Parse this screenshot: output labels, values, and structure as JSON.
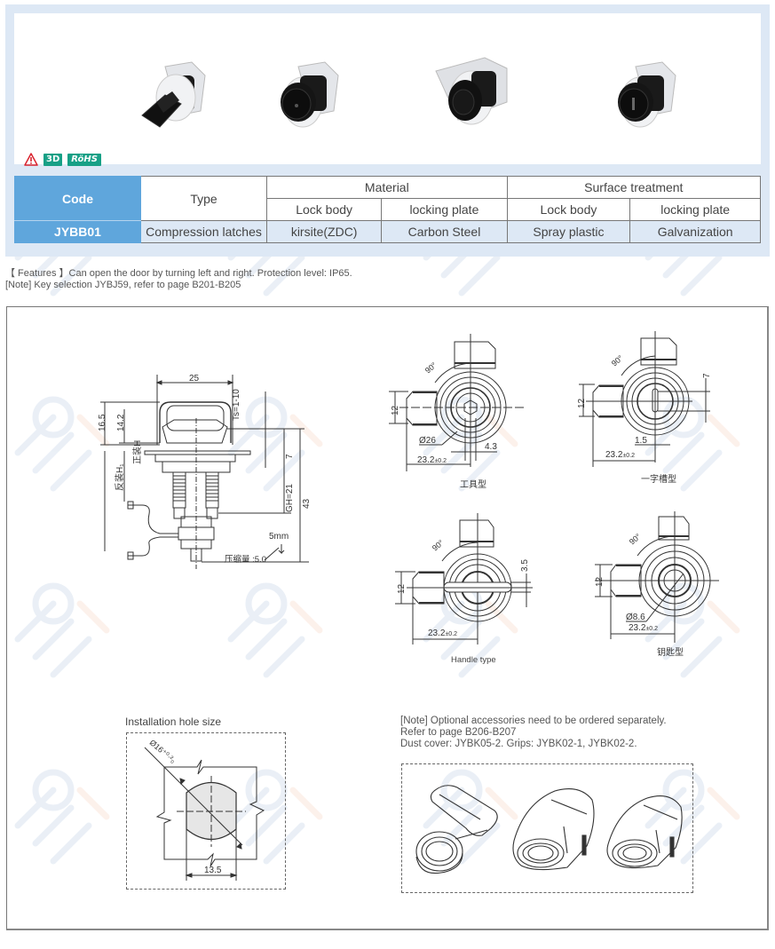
{
  "badges": {
    "warning_icon": "warning-triangle-icon",
    "label_3d": "3D",
    "label_rohs": "RöHS"
  },
  "products": [
    {
      "variant": "handle-type"
    },
    {
      "variant": "tool-type"
    },
    {
      "variant": "key-type"
    },
    {
      "variant": "slot-type"
    }
  ],
  "table": {
    "headers": {
      "code": "Code",
      "type": "Type",
      "material": "Material",
      "surface_treatment": "Surface treatment",
      "lock_body": "Lock body",
      "locking_plate": "locking plate",
      "lock_body_2": "Lock body",
      "locking_plate_2": "locking plate"
    },
    "rows": [
      {
        "code": "JYBB01",
        "type": "Compression latches",
        "material_lock_body": "kirsite(ZDC)",
        "material_locking_plate": "Carbon Steel",
        "surface_lock_body": "Spray plastic",
        "surface_locking_plate": "Galvanization"
      }
    ]
  },
  "features": {
    "line1": "【 Features 】Can open the door by turning left and right. Protection level: IP65.",
    "line2": " [Note] Key selection JYBJ59, refer to page B201-B205"
  },
  "side_view": {
    "dim_width": "25",
    "dim_16_5": "16.5",
    "dim_14_2": "14.2",
    "dim_ts": "Ts=1-10",
    "dim_7": "7",
    "dim_gh": "GH=21",
    "dim_43": "43",
    "label_h": "正装H",
    "label_h1": "反装H₁",
    "compression_label": "压缩量 :5.0",
    "stroke": "5mm"
  },
  "front_views": [
    {
      "caption": "工具型",
      "angle": "90°",
      "dim_height": "12",
      "dim_dia": "Ø26",
      "dim_extra": "4.3",
      "dim_offset": "23.2",
      "tolerance": "±0.2"
    },
    {
      "caption": "一字槽型",
      "angle": "90°",
      "dim_height": "12",
      "dim_extra": "1.5",
      "dim_side": "7",
      "dim_offset": "23.2",
      "tolerance": "±0.2"
    },
    {
      "caption": "Handle type",
      "angle": "90°",
      "dim_height": "12",
      "dim_side": "3.5",
      "dim_offset": "23.2",
      "tolerance": "±0.2"
    },
    {
      "caption": "钥匙型",
      "angle": "90°",
      "dim_height": "12",
      "dim_dia": "Ø8.6",
      "dim_offset": "23.2",
      "tolerance": "±0.2"
    }
  ],
  "installation": {
    "title": "Installation hole size",
    "dim_dia": "Ø16⁺⁰·²₀",
    "dim_width": "13.5"
  },
  "accessories": {
    "note_line1": "[Note] Optional accessories need to be ordered separately.",
    "note_line2": "Refer to page B206-B207",
    "note_line3": "Dust cover: JYBK05-2. Grips: JYBK02-1, JYBK02-2."
  },
  "colors": {
    "panel_bg": "#dde8f5",
    "code_header": "#5fa6dc",
    "badge_green": "#17a086",
    "warning_red": "#d9232e"
  }
}
